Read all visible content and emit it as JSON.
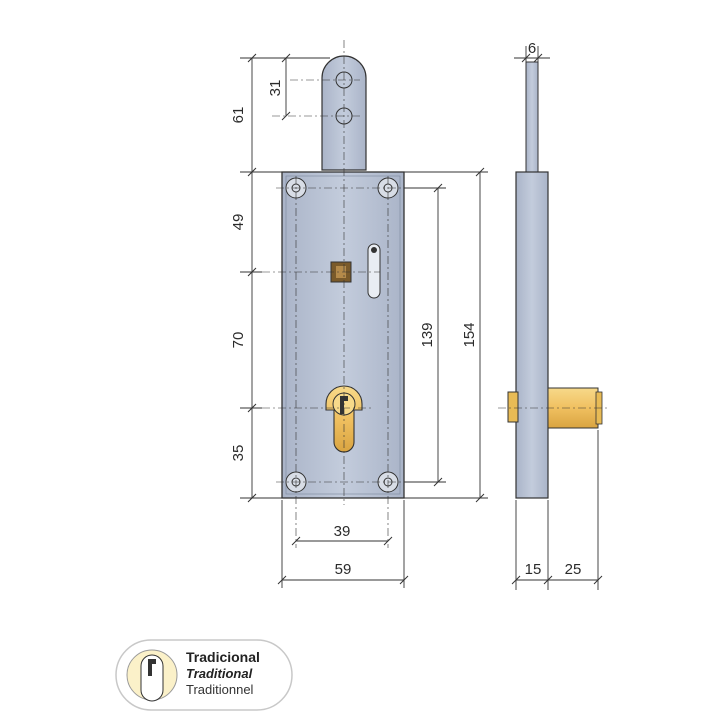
{
  "dimensions": {
    "d61": "61",
    "d31": "31",
    "d49": "49",
    "d70": "70",
    "d35": "35",
    "d139": "139",
    "d154": "154",
    "d39": "39",
    "d59": "59",
    "d6": "6",
    "d15": "15",
    "d25": "25"
  },
  "badge": {
    "line1": "Tradicional",
    "line2": "Traditional",
    "line3": "Traditionnel"
  },
  "colors": {
    "plate": "#b7c1d3",
    "plate_dark": "#9aa6bb",
    "brass": "#f2c66a",
    "brass_dark": "#d9a441",
    "line": "#333333"
  }
}
